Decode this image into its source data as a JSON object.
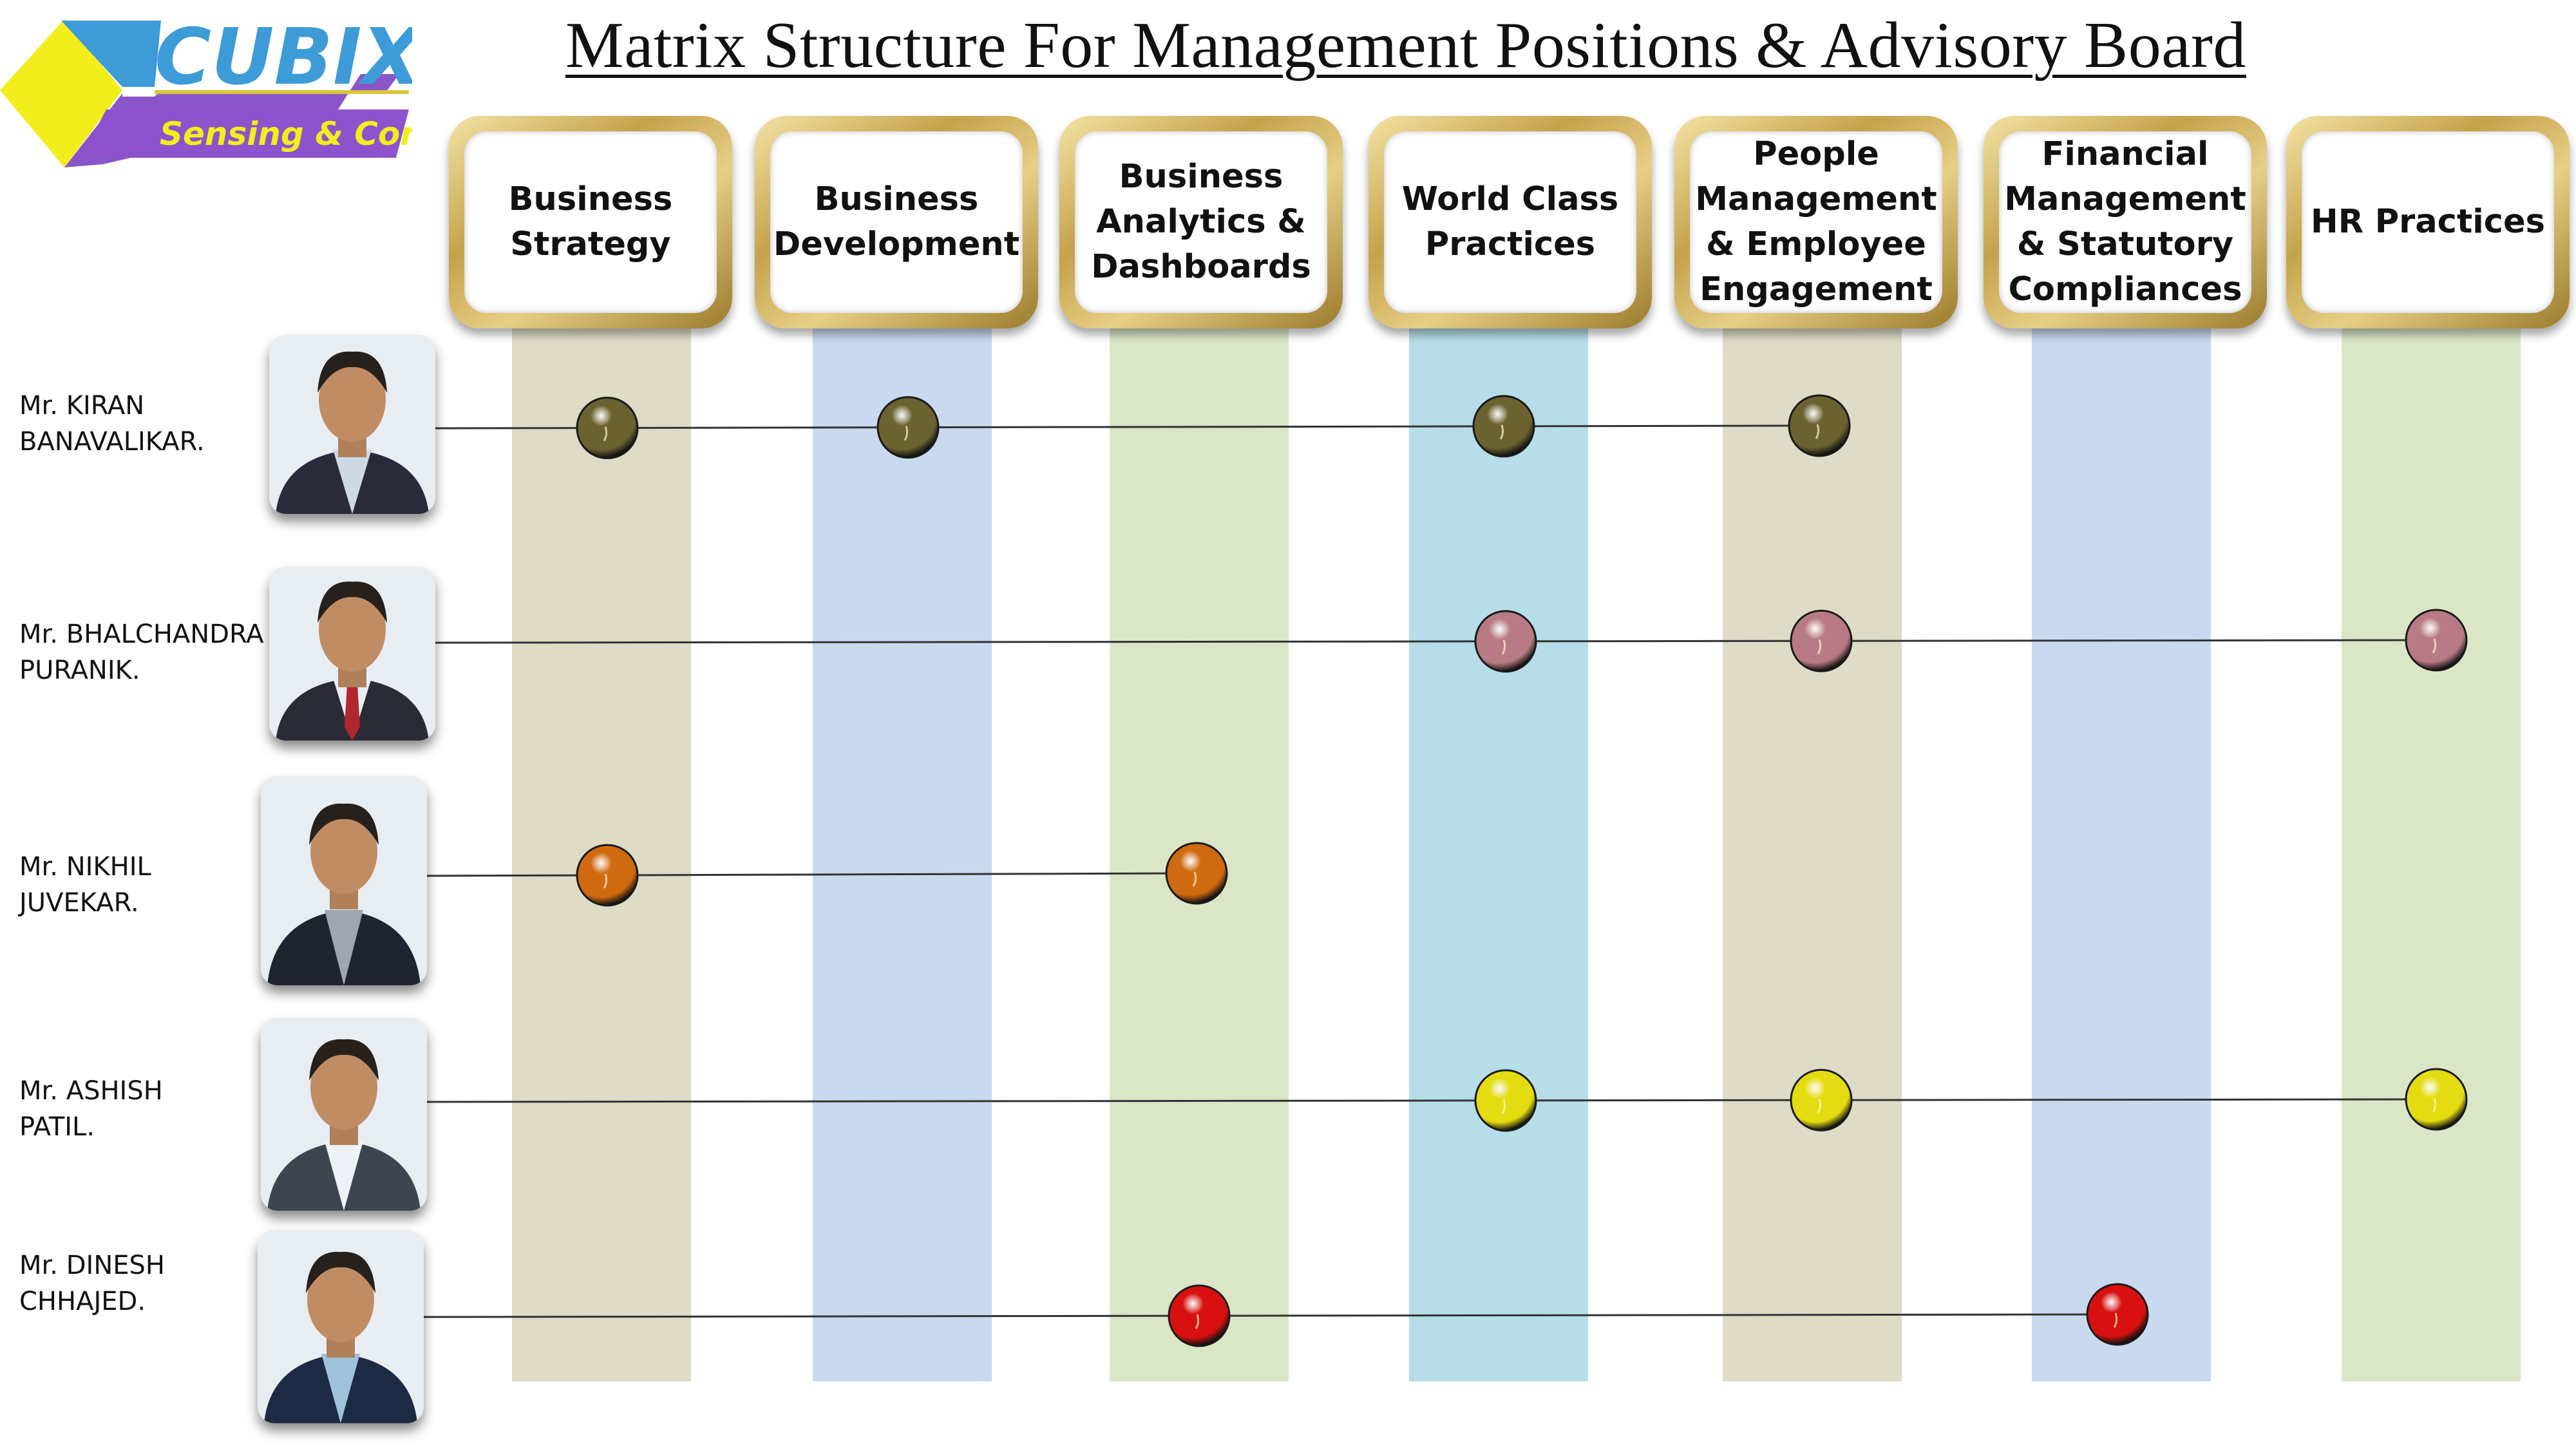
{
  "title": "Matrix Structure For Management Positions & Advisory  Board",
  "logo": {
    "brand": "CUBIX",
    "tagline": "Sensing & Controls"
  },
  "columns": [
    {
      "label": "Business\nStrategy",
      "stripe_color": "#dedbc6"
    },
    {
      "label": "Business\nDevelopment",
      "stripe_color": "#c9d9f0"
    },
    {
      "label": "Business\nAnalytics &\nDashboards",
      "stripe_color": "#dbe6c6"
    },
    {
      "label": "World  Class\nPractices",
      "stripe_color": "#b6dde8"
    },
    {
      "label": "People\nManagement\n& Employee\nEngagement",
      "stripe_color": "#dedbc6"
    },
    {
      "label": "Financial\nManagement\n& Statutory\nCompliances",
      "stripe_color": "#c9d9f0"
    },
    {
      "label": "HR Practices",
      "stripe_color": "#dbe6c6"
    }
  ],
  "people": [
    {
      "name": "Mr. KIRAN\nBANAVALIKAR.",
      "dot_color": "#6b6230",
      "columns": [
        0,
        1,
        3,
        4
      ],
      "suit": "#2a2a3a",
      "shirt": "#cfd9e6",
      "tie": ""
    },
    {
      "name": "Mr. BHALCHANDRA\nPURANIK.",
      "dot_color": "#b87a84",
      "columns": [
        3,
        4,
        6
      ],
      "suit": "#2b2b36",
      "shirt": "#e9eef5",
      "tie": "#b2262d"
    },
    {
      "name": "Mr. NIKHIL\nJUVEKAR.",
      "dot_color": "#d06a10",
      "columns": [
        0,
        2
      ],
      "suit": "#1f2430",
      "shirt": "#9ea6b1",
      "tie": ""
    },
    {
      "name": "Mr. ASHISH\nPATIL.",
      "dot_color": "#e4dc10",
      "columns": [
        3,
        4,
        6
      ],
      "suit": "#3f4550",
      "shirt": "#eef1f5",
      "tie": ""
    },
    {
      "name": "Mr. DINESH\nCHHAJED.",
      "dot_color": "#d81010",
      "columns": [
        2,
        5
      ],
      "suit": "#1d2a44",
      "shirt": "#9ec2da",
      "tie": ""
    }
  ]
}
